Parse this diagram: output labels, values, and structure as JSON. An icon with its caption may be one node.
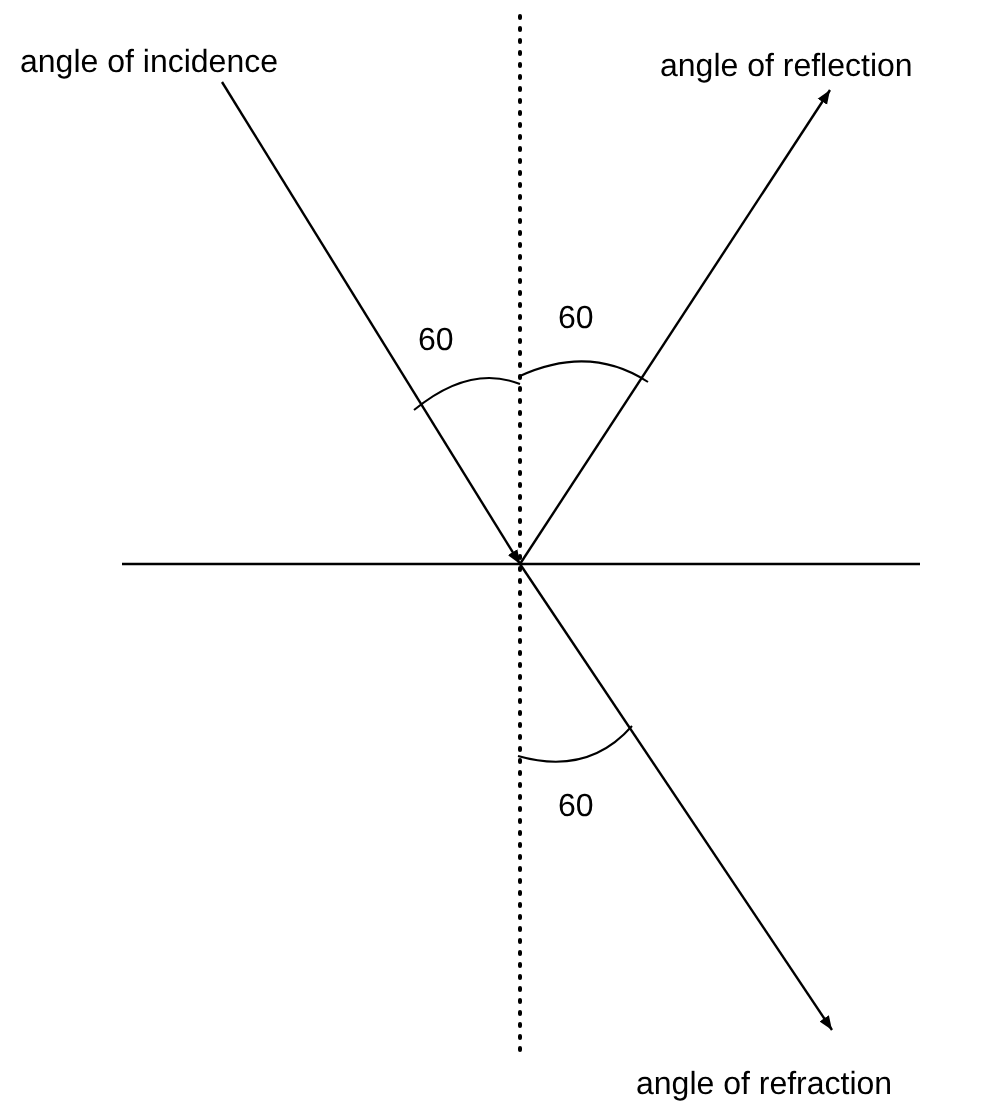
{
  "diagram": {
    "nodes": [
      {
        "text": [
          "angle of incidence"
        ]
      },
      {
        "text": [
          "angle of reflection"
        ]
      },
      {
        "text": [
          "angle of refraction"
        ]
      }
    ],
    "edges": [
      {
        "from": 0,
        "to": null,
        "arrow": "to"
      },
      {
        "from": null,
        "to": 1,
        "arrow": "to"
      },
      {
        "from": null,
        "to": 2,
        "arrow": "to"
      }
    ],
    "labels": [
      "60",
      "60",
      "60"
    ]
  }
}
